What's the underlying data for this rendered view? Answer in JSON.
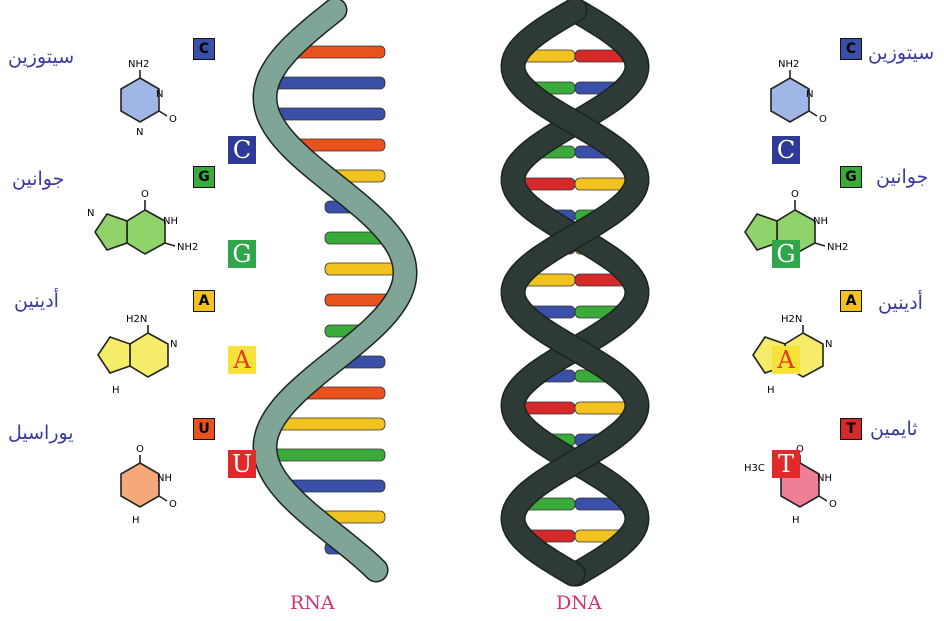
{
  "left_panel": {
    "cytosine_name": "سيتوزين",
    "guanine_name": "جوانين",
    "adenine_name": "أدينين",
    "uracil_name": "يوراسيل",
    "badges": [
      "C",
      "G",
      "A",
      "U"
    ],
    "big_letters": [
      "C",
      "G",
      "A",
      "U"
    ]
  },
  "right_panel": {
    "cytosine_name": "سيتوزين",
    "guanine_name": "جوانين",
    "adenine_name": "أدينين",
    "thymine_name": "ثايمين",
    "badges": [
      "C",
      "G",
      "A",
      "T"
    ],
    "big_letters": [
      "C",
      "G",
      "A",
      "T"
    ]
  },
  "molecule_labels": {
    "nh2": "NH2",
    "nh": "NH",
    "n": "N",
    "h": "H",
    "o": "O",
    "h2n": "H2N",
    "h3c": "H3C"
  },
  "captions": {
    "rna": "RNA",
    "dna": "DNA"
  },
  "colors": {
    "cytosine": "#3a4fa8",
    "guanine": "#3aaa3a",
    "adenine": "#f2c320",
    "uracil": "#e8521e",
    "thymine": "#d42a2a",
    "rna_backbone": "#7fa596",
    "dna_backbone": "#2e3a36"
  }
}
